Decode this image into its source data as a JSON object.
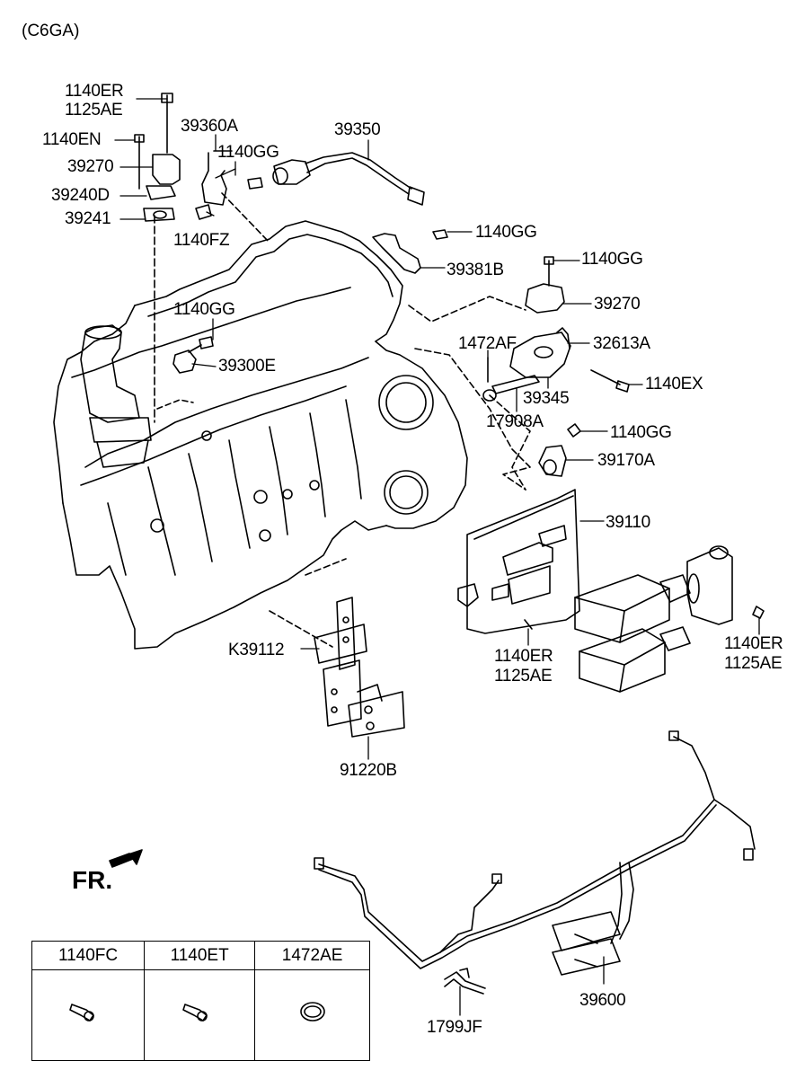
{
  "model_code": "(C6GA)",
  "direction_label": "FR.",
  "labels": {
    "p1140ER_top_a": "1140ER",
    "p1140ER_top_b": "1125AE",
    "p1140EN": "1140EN",
    "p39270_left": "39270",
    "p39240D": "39240D",
    "p39241": "39241",
    "p39360A": "39360A",
    "p1140GG_a": "1140GG",
    "p1140FZ": "1140FZ",
    "p39350": "39350",
    "p1140GG_b": "1140GG",
    "p39381B": "39381B",
    "p1140GG_c": "1140GG",
    "p39270_right": "39270",
    "p1140GG_d": "1140GG",
    "p39300E": "39300E",
    "p1472AF": "1472AF",
    "p32613A": "32613A",
    "p39345": "39345",
    "p1140EX": "1140EX",
    "p17908A": "17908A",
    "p1140GG_e": "1140GG",
    "p39170A": "39170A",
    "p39110": "39110",
    "p1140ER_mid_a": "1140ER",
    "p1140ER_mid_b": "1125AE",
    "p1140ER_right_a": "1140ER",
    "p1140ER_right_b": "1125AE",
    "pK39112": "K39112",
    "p91220B": "91220B",
    "p39600": "39600",
    "p1799JF": "1799JF"
  },
  "legend": {
    "headers": [
      "1140FC",
      "1140ET",
      "1472AE"
    ],
    "icons": [
      "bolt-flange-icon",
      "bolt-washer-icon",
      "clip-ring-icon"
    ]
  },
  "colors": {
    "line": "#000000",
    "background": "#ffffff"
  }
}
